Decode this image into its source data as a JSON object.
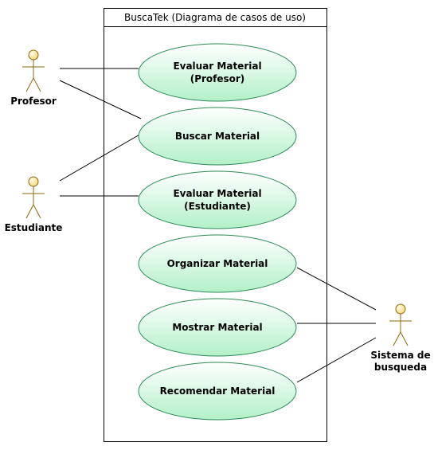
{
  "system": {
    "title": "BuscaTek (Diagrama de casos de uso)"
  },
  "actors": [
    {
      "id": "profesor",
      "label_lines": [
        "Profesor"
      ]
    },
    {
      "id": "estudiante",
      "label_lines": [
        "Estudiante"
      ]
    },
    {
      "id": "sistema",
      "label_lines": [
        "Sistema de",
        "busqueda"
      ]
    }
  ],
  "use_cases": [
    {
      "id": "evaluar-profesor",
      "label_lines": [
        "Evaluar Material",
        "(Profesor)"
      ]
    },
    {
      "id": "buscar",
      "label_lines": [
        "Buscar Material"
      ]
    },
    {
      "id": "evaluar-estudiante",
      "label_lines": [
        "Evaluar Material",
        "(Estudiante)"
      ]
    },
    {
      "id": "organizar",
      "label_lines": [
        "Organizar Material"
      ]
    },
    {
      "id": "mostrar",
      "label_lines": [
        "Mostrar Material"
      ]
    },
    {
      "id": "recomendar",
      "label_lines": [
        "Recomendar Material"
      ]
    }
  ],
  "associations": [
    [
      "profesor",
      "evaluar-profesor"
    ],
    [
      "profesor",
      "buscar"
    ],
    [
      "estudiante",
      "buscar"
    ],
    [
      "estudiante",
      "evaluar-estudiante"
    ],
    [
      "sistema",
      "organizar"
    ],
    [
      "sistema",
      "mostrar"
    ],
    [
      "sistema",
      "recomendar"
    ]
  ],
  "colors": {
    "use_case_fill_light": "#ffffff",
    "use_case_fill_dark": "#b3f0c8",
    "use_case_stroke": "#2e8b57",
    "actor_fill": "#f6d67a",
    "actor_stroke": "#8a6a10",
    "line": "#000000"
  }
}
